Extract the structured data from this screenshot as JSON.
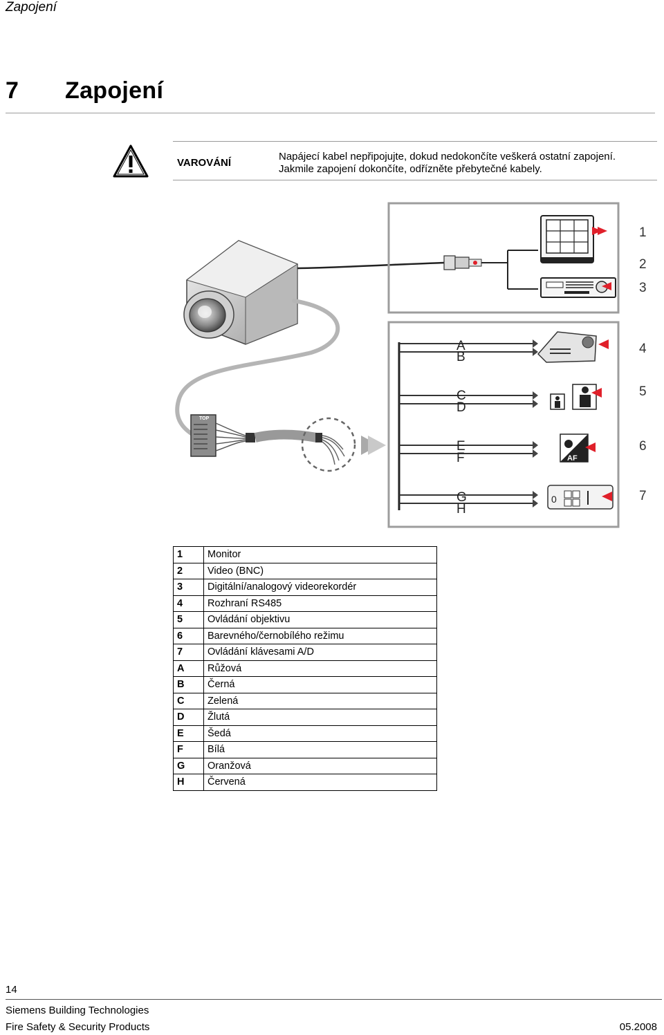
{
  "header": {
    "running_title": "Zapojení"
  },
  "chapter": {
    "number": "7",
    "title": "Zapojení"
  },
  "warning": {
    "label": "VAROVÁNÍ",
    "line1": "Napájecí kabel nepřipojujte, dokud nedokončíte veškerá ostatní zapojení.",
    "line2": "Jakmile zapojení dokončíte, odřízněte přebytečné kabely."
  },
  "figure": {
    "numbers": [
      "1",
      "2",
      "3",
      "4",
      "5",
      "6",
      "7"
    ],
    "letters": [
      "A",
      "B",
      "C",
      "D",
      "E",
      "F",
      "G",
      "H"
    ],
    "icon_text": {
      "af": "AF",
      "top": "TOP"
    }
  },
  "legend": [
    {
      "code": "1",
      "text": "Monitor"
    },
    {
      "code": "2",
      "text": "Video (BNC)"
    },
    {
      "code": "3",
      "text": "Digitální/analogový videorekordér"
    },
    {
      "code": "4",
      "text": "Rozhraní RS485"
    },
    {
      "code": "5",
      "text": "Ovládání objektivu"
    },
    {
      "code": "6",
      "text": "Barevného/černobílého režimu"
    },
    {
      "code": "7",
      "text": "Ovládání klávesami A/D"
    },
    {
      "code": "A",
      "text": "Růžová"
    },
    {
      "code": "B",
      "text": "Černá"
    },
    {
      "code": "C",
      "text": "Zelená"
    },
    {
      "code": "D",
      "text": "Žlutá"
    },
    {
      "code": "E",
      "text": "Šedá"
    },
    {
      "code": "F",
      "text": "Bílá"
    },
    {
      "code": "G",
      "text": "Oranžová"
    },
    {
      "code": "H",
      "text": "Červená"
    }
  ],
  "footer": {
    "page_number": "14",
    "company": "Siemens Building Technologies",
    "division": "Fire Safety & Security Products",
    "date": "05.2008"
  },
  "colors": {
    "arrow_red": "#e0202a",
    "rule_gray": "#9a9a9a"
  }
}
